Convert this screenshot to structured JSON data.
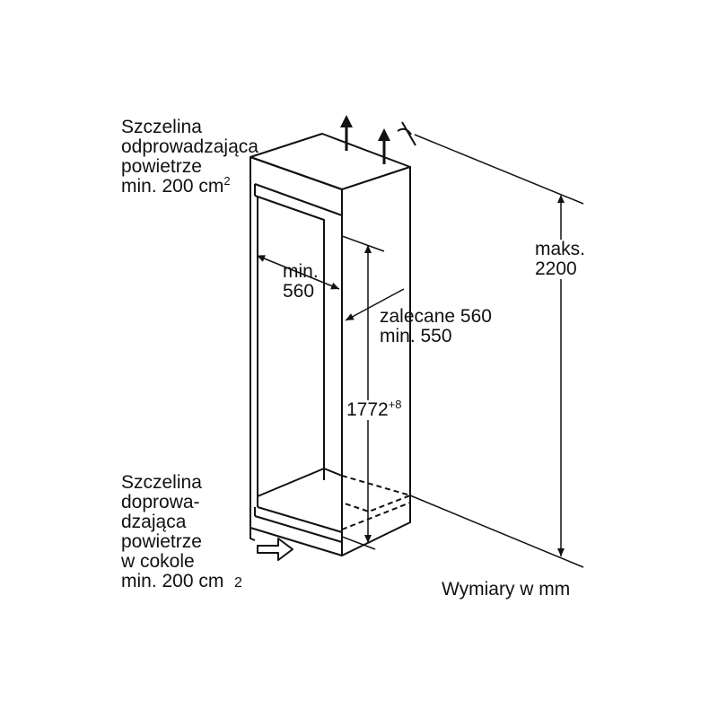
{
  "labels": {
    "exhaust_line1": "Szczelina",
    "exhaust_line2": "odprowadzająca",
    "exhaust_line3": "powietrze",
    "exhaust_line4": "min. 200 cm",
    "exhaust_sup": "2",
    "intake_line1": "Szczelina",
    "intake_line2": "doprowa-",
    "intake_line3": "dzająca",
    "intake_line4": "powietrze",
    "intake_line5": "w cokole",
    "intake_line6": "min. 200 cm",
    "intake_sub": "2",
    "width_min_line1": "min.",
    "width_min_line2": "560",
    "depth_line1": "zalecane 560",
    "depth_line2": "min. 550",
    "height_niche": "1772",
    "height_tolerance": "+8",
    "height_max_line1": "maks.",
    "height_max_line2": "2200",
    "units": "Wymiary w mm"
  }
}
